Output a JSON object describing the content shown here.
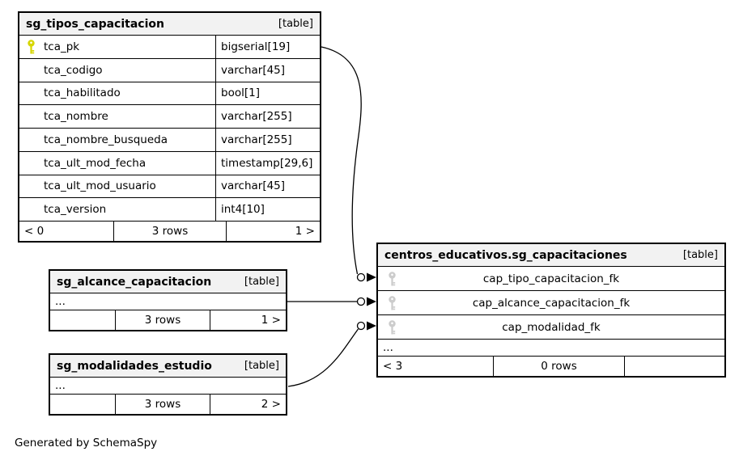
{
  "note": "Generated by SchemaSpy",
  "colors": {
    "pk_key": "#d6d600",
    "fk_key": "#cccccc",
    "header_bg": "#f2f2f2",
    "border": "#000000",
    "connector": "#000000"
  },
  "tables": [
    {
      "title": "sg_tipos_capacitacion",
      "badge": "[table]",
      "columns": [
        {
          "name": "tca_pk",
          "type": "bigserial[19]",
          "key": "primary"
        },
        {
          "name": "tca_codigo",
          "type": "varchar[45]"
        },
        {
          "name": "tca_habilitado",
          "type": "bool[1]"
        },
        {
          "name": "tca_nombre",
          "type": "varchar[255]"
        },
        {
          "name": "tca_nombre_busqueda",
          "type": "varchar[255]"
        },
        {
          "name": "tca_ult_mod_fecha",
          "type": "timestamp[29,6]"
        },
        {
          "name": "tca_ult_mod_usuario",
          "type": "varchar[45]"
        },
        {
          "name": "tca_version",
          "type": "int4[10]"
        }
      ],
      "footer": {
        "left": "< 0",
        "center": "3 rows",
        "right": "1 >"
      }
    },
    {
      "title": "sg_alcance_capacitacion",
      "badge": "[table]",
      "ellipsis": "...",
      "footer": {
        "left": "",
        "center": "3 rows",
        "right": "1 >"
      }
    },
    {
      "title": "sg_modalidades_estudio",
      "badge": "[table]",
      "ellipsis": "...",
      "footer": {
        "left": "",
        "center": "3 rows",
        "right": "2 >"
      }
    },
    {
      "title": "centros_educativos.sg_capacitaciones",
      "badge": "[table]",
      "columns": [
        {
          "name": "cap_tipo_capacitacion_fk",
          "key": "foreign"
        },
        {
          "name": "cap_alcance_capacitacion_fk",
          "key": "foreign"
        },
        {
          "name": "cap_modalidad_fk",
          "key": "foreign"
        }
      ],
      "ellipsis": "...",
      "footer": {
        "left": "< 3",
        "center": "0 rows",
        "right": ""
      }
    }
  ]
}
